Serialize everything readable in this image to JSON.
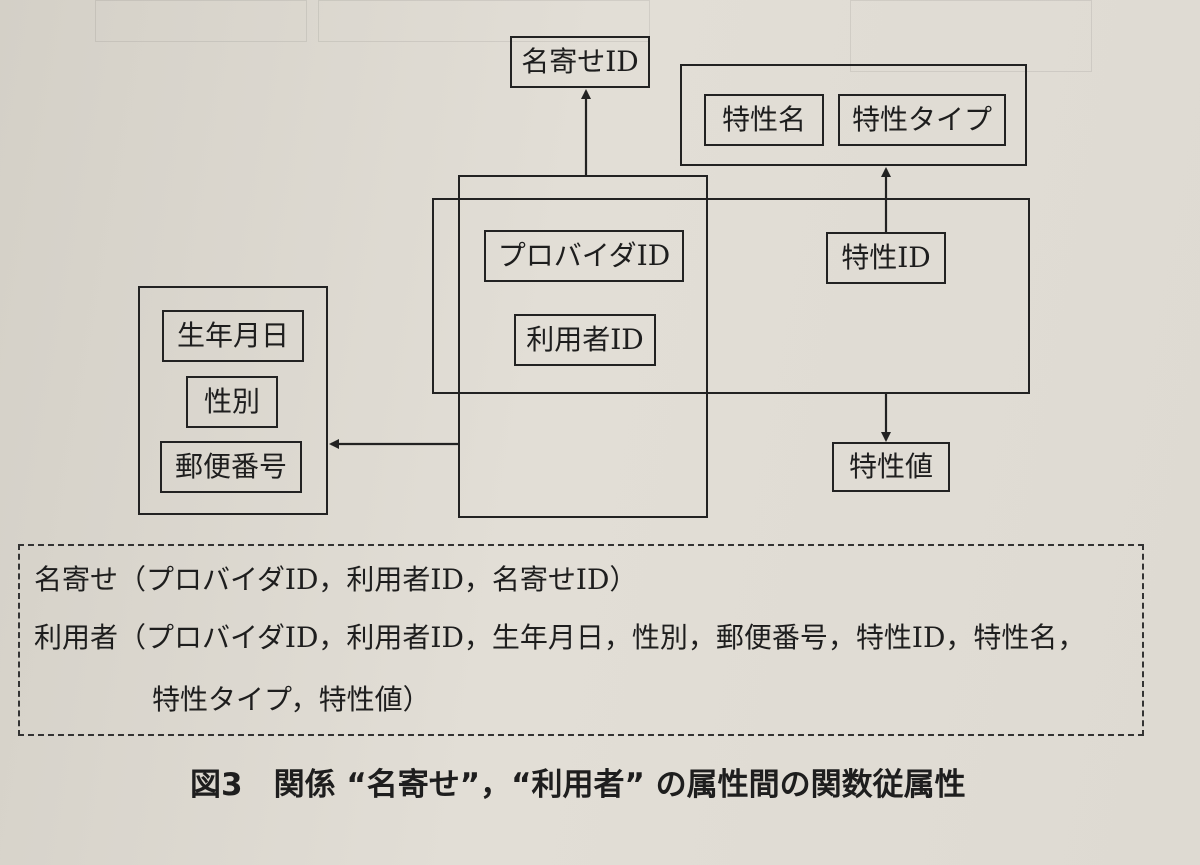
{
  "diagram": {
    "nodes": {
      "nayose_id": "名寄せID",
      "tokusei_mei": "特性名",
      "tokusei_type": "特性タイプ",
      "provider_id": "プロバイダID",
      "riyousha_id": "利用者ID",
      "tokusei_id": "特性ID",
      "seinengappi": "生年月日",
      "seibetsu": "性別",
      "yubin_bango": "郵便番号",
      "tokusei_chi": "特性値"
    },
    "relations": {
      "nayose_line": "名寄せ（プロバイダID，利用者ID，名寄せID）",
      "riyousha_line1": "利用者（プロバイダID，利用者ID，生年月日，性別，郵便番号，特性ID，特性名，",
      "riyousha_line2": "特性タイプ，特性値）"
    },
    "caption": "図3　関係 “名寄せ”，“利用者” の属性間の関数従属性"
  },
  "colors": {
    "ink": "#222222",
    "paper": "#dedad2"
  }
}
